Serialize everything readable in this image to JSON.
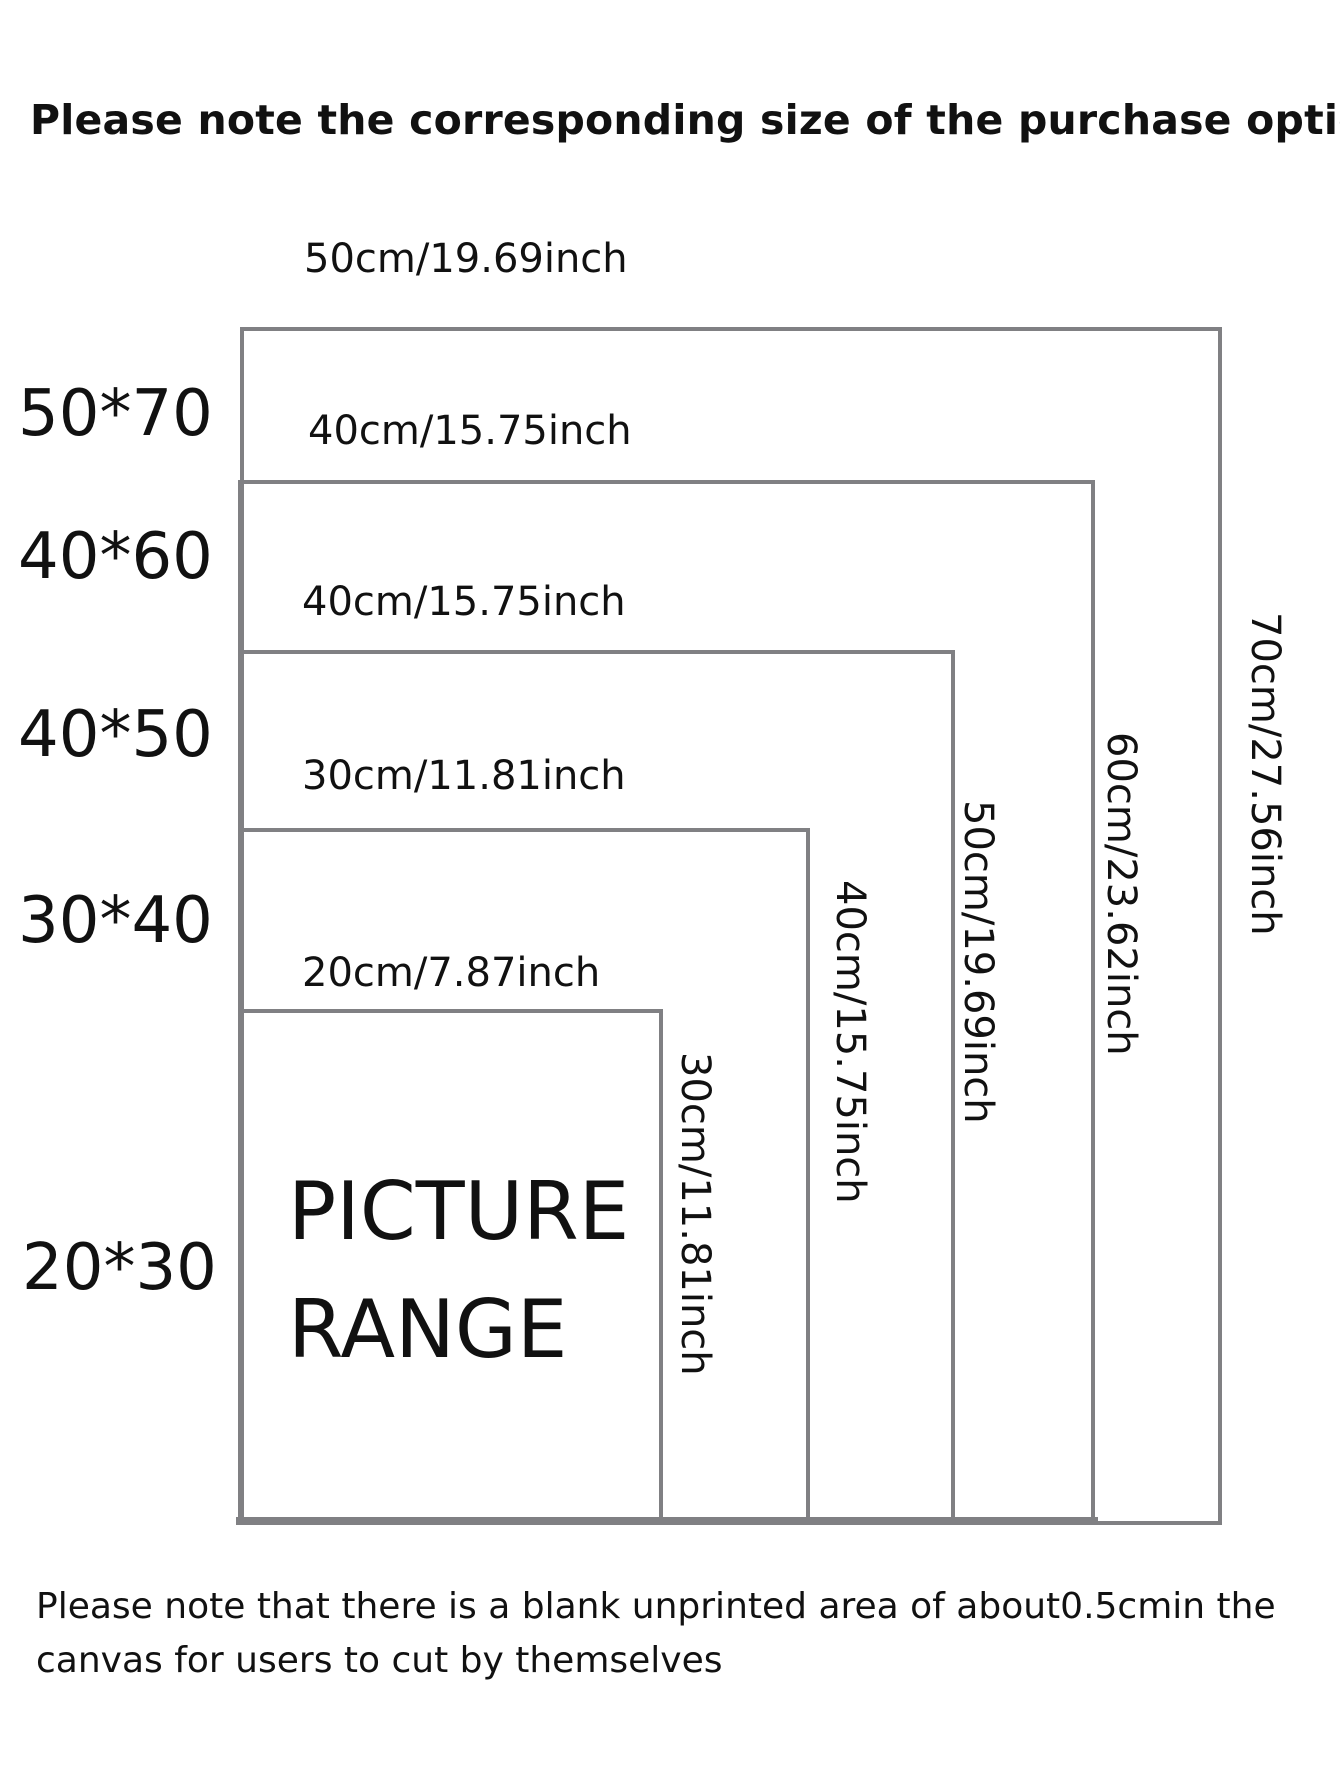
{
  "title": "Please note the corresponding size of the purchase option",
  "sizes": {
    "s50x70": "50*70",
    "s40x60": "40*60",
    "s40x50": "40*50",
    "s30x40": "30*40",
    "s20x30": "20*30"
  },
  "widths": {
    "w50x70": "50cm/19.69inch",
    "w40x60": "40cm/15.75inch",
    "w40x50": "40cm/15.75inch",
    "w30x40": "30cm/11.81inch",
    "w20x30": "20cm/7.87inch"
  },
  "heights": {
    "h50x70": "70cm/27.56inch",
    "h40x60": "60cm/23.62inch",
    "h40x50": "50cm/19.69inch",
    "h30x40": "40cm/15.75inch",
    "h20x30": "30cm/11.81inch"
  },
  "picture_range": {
    "line1": "PICTURE",
    "line2": "RANGE"
  },
  "footer": "Please note that there is a blank unprinted area of about0.5cmin the canvas for users to cut by themselves",
  "colors": {
    "frame": "#808083",
    "text": "#111111",
    "background": "#ffffff"
  }
}
